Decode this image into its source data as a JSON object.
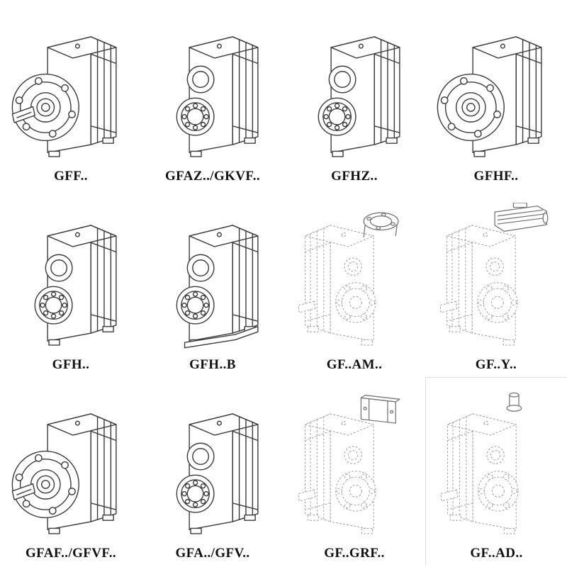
{
  "catalog": {
    "items": [
      {
        "label": "GFF..",
        "style": "solid line drawing, output flange with solid shaft"
      },
      {
        "label": "GFAZ../GKVF..",
        "style": "solid line drawing, hollow shaft bores"
      },
      {
        "label": "GFHZ..",
        "style": "solid line drawing, hollow shaft bores"
      },
      {
        "label": "GFHF..",
        "style": "solid line drawing, output flange"
      },
      {
        "label": "GFH..",
        "style": "solid line drawing, hollow shaft bores"
      },
      {
        "label": "GFH..B",
        "style": "solid line drawing, hollow shaft bores with foot base"
      },
      {
        "label": "GF..AM..",
        "style": "phantom dashed drawing, input flange on top"
      },
      {
        "label": "GF..Y..",
        "style": "phantom dashed drawing, motor mounted on top"
      },
      {
        "label": "GFAF../GFVF..",
        "style": "solid line drawing, output flange with solid shaft"
      },
      {
        "label": "GFA../GFV..",
        "style": "solid line drawing, hollow shaft bores"
      },
      {
        "label": "GF..GRF..",
        "style": "phantom dashed drawing, adapter block on top"
      },
      {
        "label": "GF..AD..",
        "style": "phantom dashed drawing, free input shaft on top"
      }
    ],
    "colors": {
      "line": "#3c3c3c",
      "phantom_line": "#a3a3a3",
      "background": "#ffffff",
      "label_text": "#111111"
    }
  }
}
